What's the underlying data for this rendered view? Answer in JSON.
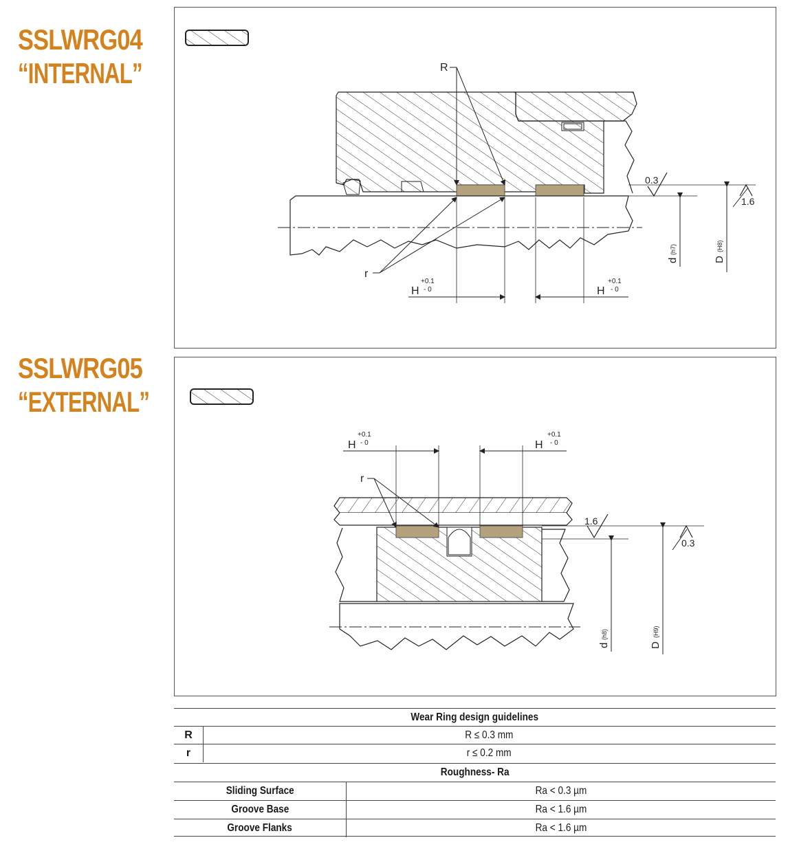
{
  "sections": [
    {
      "code": "SSLWRG04",
      "kind": "“INTERNAL”"
    },
    {
      "code": "SSLWRG05",
      "kind": "“EXTERNAL”"
    }
  ],
  "internal_drawing": {
    "label_R": "R",
    "label_r": "r",
    "groove_width": "H",
    "tol_upper": "+0.1",
    "tol_lower": "- 0",
    "roughness_sliding": "0.3",
    "roughness_groove": "1.6",
    "dia_small": "d",
    "dia_small_fit": "(h7)",
    "dia_large": "D",
    "dia_large_fit": "(H8)"
  },
  "external_drawing": {
    "label_r": "r",
    "groove_width": "H",
    "tol_upper": "+0.1",
    "tol_lower": "- 0",
    "roughness_groove": "1.6",
    "roughness_sliding": "0.3",
    "dia_small": "d",
    "dia_small_fit": "(h8)",
    "dia_large": "D",
    "dia_large_fit": "(H9)"
  },
  "colors": {
    "title": "#d4821e",
    "wear_ring": "#b3a27c",
    "line": "#222222"
  },
  "table": {
    "title": "Wear Ring design guidelines",
    "rows": [
      {
        "key": "R",
        "value": "R ≤ 0.3 mm"
      },
      {
        "key": "r",
        "value": "r  ≤ 0.2 mm"
      }
    ],
    "roughness_title": "Roughness- Ra",
    "roughness_rows": [
      {
        "surface": "Sliding Surface",
        "value": "Ra < 0.3 µm"
      },
      {
        "surface": "Groove Base",
        "value": "Ra < 1.6 µm"
      },
      {
        "surface": "Groove Flanks",
        "value": "Ra < 1.6 µm"
      }
    ]
  }
}
